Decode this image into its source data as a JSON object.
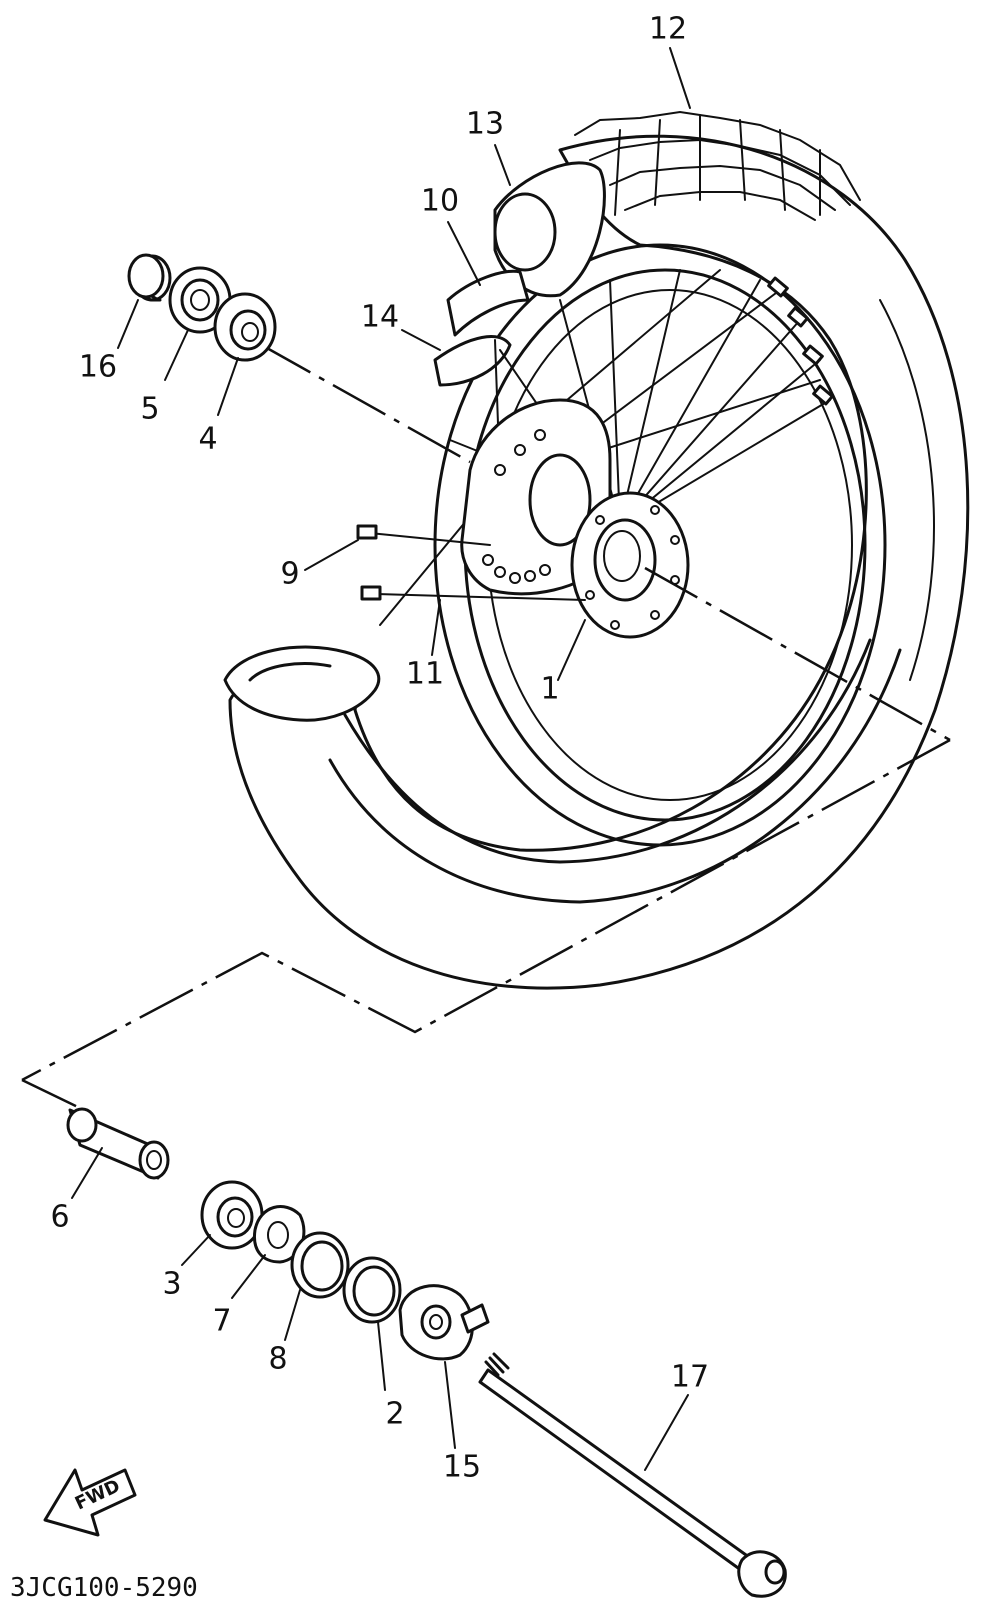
{
  "diagram": {
    "part_numbers": {
      "p1": "1",
      "p2": "2",
      "p3": "3",
      "p4": "4",
      "p5": "5",
      "p6": "6",
      "p7": "7",
      "p8": "8",
      "p9": "9",
      "p10": "10",
      "p11": "11",
      "p12": "12",
      "p13": "13",
      "p14": "14",
      "p15": "15",
      "p16": "16",
      "p17": "17"
    },
    "drawing_code": "3JCG100-5290",
    "direction_arrow": {
      "label": "FWD",
      "icon": "fwd-arrow-icon"
    },
    "colors": {
      "ink": "#111111",
      "paper": "#ffffff"
    }
  }
}
